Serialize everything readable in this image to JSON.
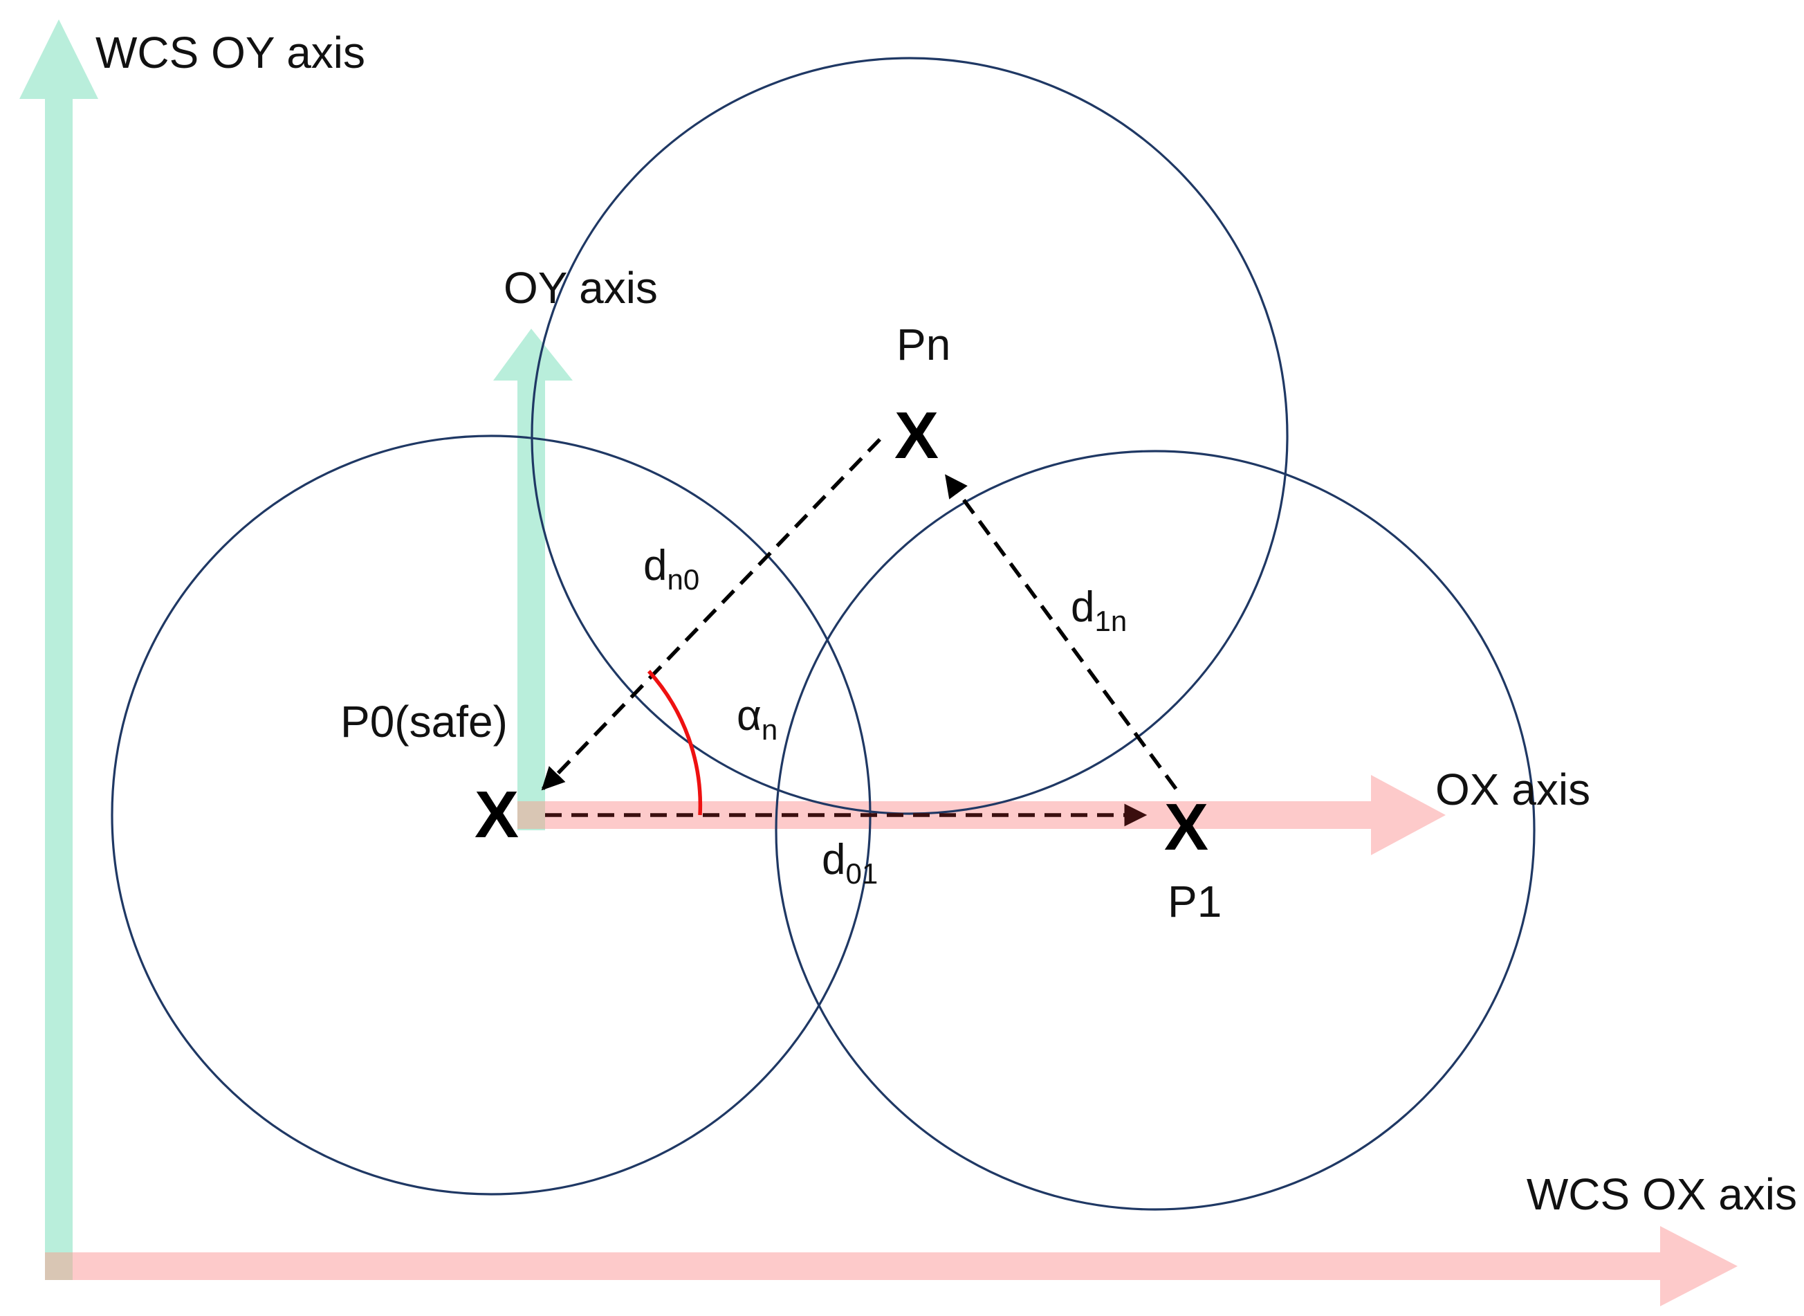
{
  "labels": {
    "wcs_oy_axis": "WCS OY axis",
    "wcs_ox_axis": "WCS OX axis",
    "oy_axis": "OY axis",
    "ox_axis": "OX axis",
    "p0": "P0(safe)",
    "pn": "Pn",
    "p1": "P1",
    "d_n0_base": "d",
    "d_n0_sub": "n0",
    "d_1n_base": "d",
    "d_1n_sub": "1n",
    "d_01_base": "d",
    "d_01_sub": "01",
    "alpha_base": "α",
    "alpha_sub": "n",
    "point_mark": "X"
  },
  "colors": {
    "oy_axis": "#b9eedb",
    "ox_axis": "#fdcaca",
    "circle": "#1f3864",
    "dashed": "#000000",
    "dashed_d01": "#3a0e0e",
    "angle_arc": "#ee1111"
  }
}
